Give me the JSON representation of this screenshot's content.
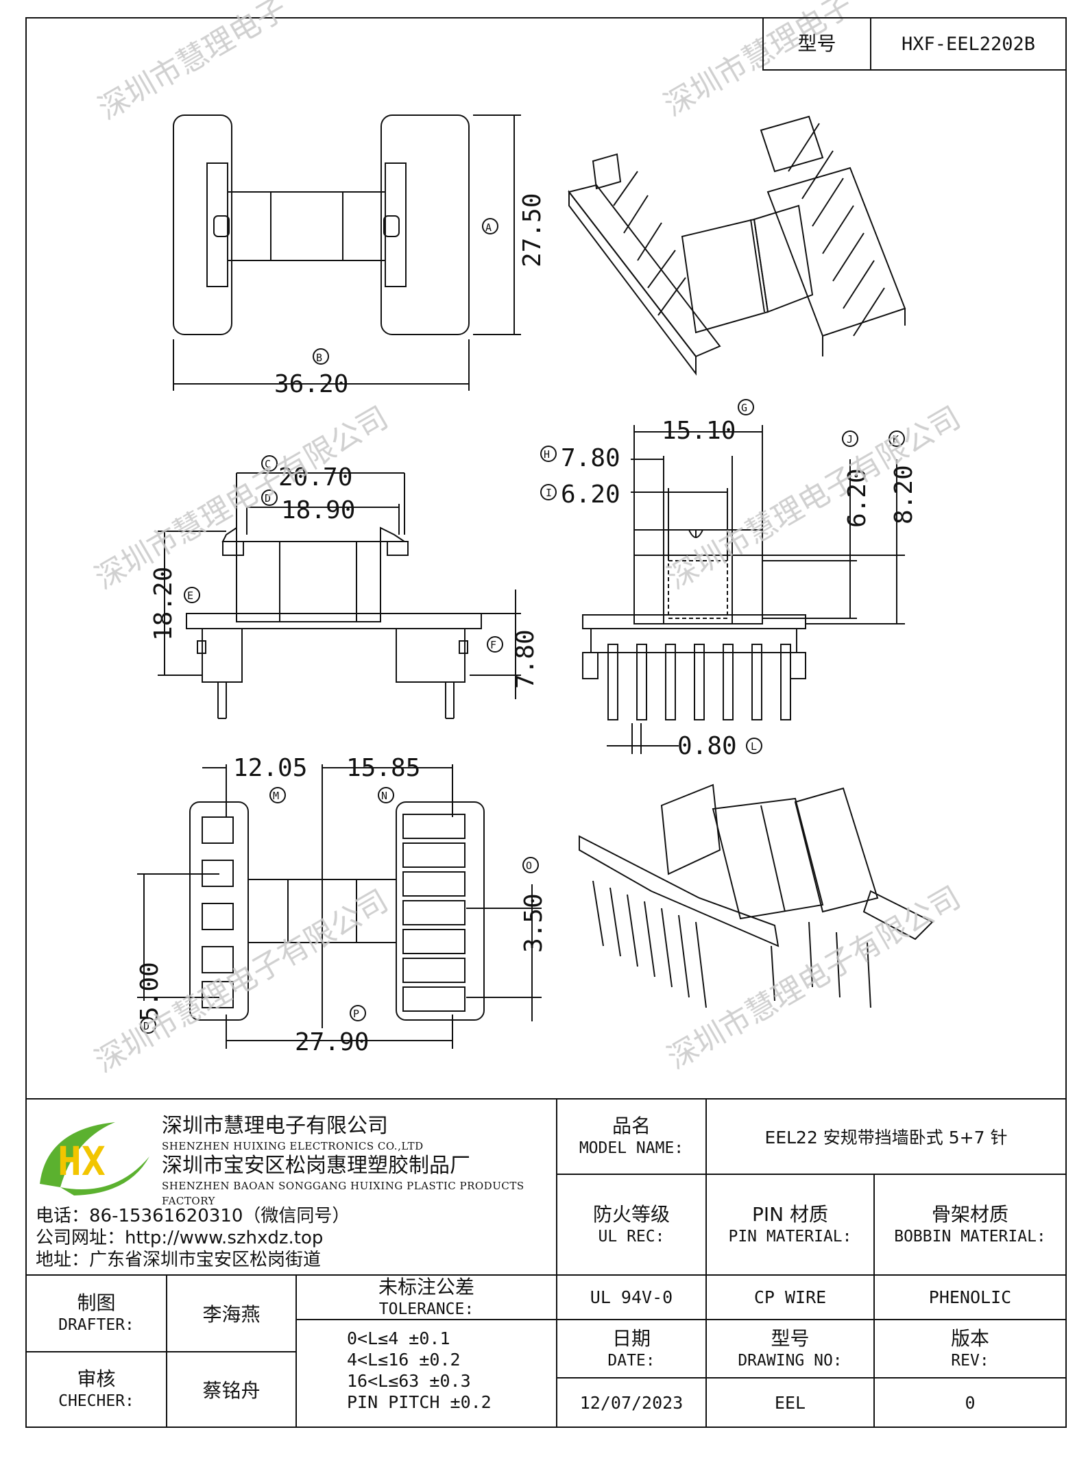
{
  "header": {
    "type_label": "型号",
    "type_value": "HXF-EEL2202B"
  },
  "watermark": {
    "text_company": "深圳市慧理电子有限公司",
    "text_short": "深圳市慧理电子"
  },
  "dimensions": {
    "top_view": {
      "height": "27.50",
      "height_tag": "A",
      "width": "36.20",
      "width_tag": "B"
    },
    "side_view": {
      "outer_width": "20.70",
      "outer_tag": "C",
      "inner_width": "18.90",
      "inner_tag": "D",
      "total_height": "18.20",
      "total_tag": "E",
      "base_height": "7.80",
      "base_tag": "F"
    },
    "front_view": {
      "top_width": "15.10",
      "top_tag": "G",
      "outer_slot": "7.80",
      "outer_slot_tag": "H",
      "inner_slot": "6.20",
      "inner_slot_tag": "I",
      "inner_height": "6.20",
      "inner_height_tag": "J",
      "outer_height": "8.20",
      "outer_height_tag": "K",
      "pin_dia": "0.80",
      "pin_dia_tag": "L"
    },
    "bottom_view": {
      "left_offset": "12.05",
      "left_tag": "M",
      "right_offset": "15.85",
      "right_tag": "N",
      "pitch_right": "3.50",
      "pitch_right_tag": "O",
      "pitch_left": "5.00",
      "pitch_left_tag": "D",
      "total_width": "27.90",
      "total_tag": "P"
    }
  },
  "title_block": {
    "company_cn": "深圳市慧理电子有限公司",
    "company_en": "SHENZHEN HUIXING ELECTRONICS CO.,LTD",
    "factory_cn": "深圳市宝安区松岗惠理塑胶制品厂",
    "factory_en": "SHENZHEN BAOAN SONGGANG HUIXING PLASTIC PRODUCTS FACTORY",
    "phone": "电话：86-15361620310（微信同号）",
    "website": "公司网址：http://www.szhxdz.top",
    "address": "地址：广东省深圳市宝安区松岗街道",
    "logo_letters": "HX",
    "model_name_cn": "品名",
    "model_name_en": "MODEL NAME:",
    "model_name_value": "EEL22 安规带挡墙卧式 5+7 针",
    "ul_cn": "防火等级",
    "ul_en": "UL REC:",
    "ul_value": "UL 94V-0",
    "pin_mat_cn": "PIN 材质",
    "pin_mat_en": "PIN MATERIAL:",
    "pin_mat_value": "CP WIRE",
    "bobbin_cn": "骨架材质",
    "bobbin_en": "BOBBIN MATERIAL:",
    "bobbin_value": "PHENOLIC",
    "drafter_cn": "制图",
    "drafter_en": "DRAFTER:",
    "drafter_value": "李海燕",
    "checker_cn": "审核",
    "checker_en": "CHECHER:",
    "checker_value": "蔡铭舟",
    "tol_cn": "未标注公差",
    "tol_en": "TOLERANCE:",
    "tol_rows": [
      "0<L≤4  ±0.1",
      "4<L≤16 ±0.2",
      "16<L≤63 ±0.3",
      "PIN PITCH ±0.2"
    ],
    "date_cn": "日期",
    "date_en": "DATE:",
    "date_value": "12/07/2023",
    "drawing_cn": "型号",
    "drawing_en": "DRAWING NO:",
    "drawing_value": "EEL",
    "rev_cn": "版本",
    "rev_en": "REV:",
    "rev_value": "0"
  },
  "colors": {
    "line": "#111111",
    "watermark": "#c8c8c8",
    "logo_green": "#5bb12f",
    "logo_yellow": "#f2c500"
  }
}
